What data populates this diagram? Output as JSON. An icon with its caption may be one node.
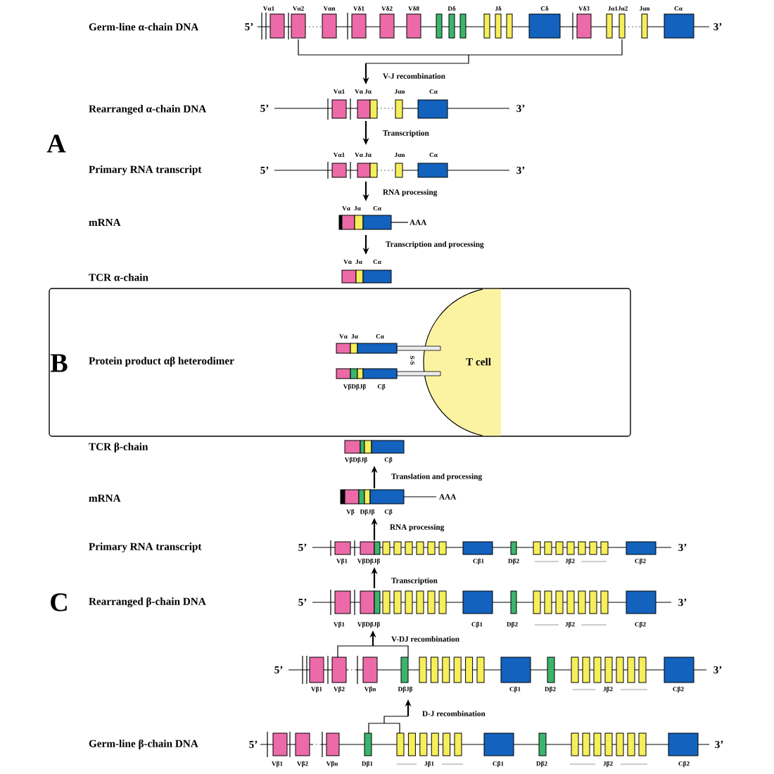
{
  "diagram": {
    "nodes": [
      {
        "text": [],
        "shape": "bar",
        "beside": [
          "Vα1",
          "Vα2",
          "Vαn",
          "Vδ1",
          "Vδ2",
          "Vδ8",
          "Dδ",
          "Jδ",
          "Cδ",
          "Vδ3",
          "Jα1Jα2",
          "Jαn",
          "Cα",
          "5’",
          "3’"
        ]
      },
      {
        "text": [],
        "shape": "bar",
        "beside": [
          "Vα1",
          "Vα Jα",
          "Jαn",
          "Cα",
          "5’",
          "3’"
        ]
      },
      {
        "text": [],
        "shape": "bar",
        "beside": [
          "Vα1",
          "Vα Jα",
          "Jαn",
          "Cα",
          "5’",
          "3’"
        ]
      },
      {
        "text": [],
        "shape": "bar",
        "beside": [
          "Vα",
          "Jα",
          "Cα",
          "AAA"
        ]
      },
      {
        "text": [],
        "shape": "bar",
        "beside": [
          "Vα",
          "Jα",
          "Cα"
        ]
      },
      {
        "text": [
          "Protein product αβ heterodimer"
        ]
      },
      {
        "text": [
          "T cell"
        ],
        "in": 5
      },
      {
        "text": [],
        "shape": "bar",
        "beside": [
          "VβDβJβ",
          "Cβ"
        ]
      },
      {
        "text": [],
        "shape": "bar",
        "beside": [
          "Vβ",
          "DβJβ",
          "Cβ",
          "AAA"
        ]
      },
      {
        "text": [],
        "shape": "bar",
        "beside": [
          "Vβ1",
          "VβDβJβ",
          "Cβ1",
          "Dβ2",
          "Jβ2",
          "Cβ2",
          "5’",
          "3’"
        ]
      },
      {
        "text": [],
        "shape": "bar",
        "beside": [
          "Vβ1",
          "VβDβJβ",
          "Cβ1",
          "Dβ2",
          "Jβ2",
          "Cβ2",
          "5’",
          "3’"
        ]
      },
      {
        "text": [],
        "shape": "bar",
        "beside": [
          "Vβ1",
          "Vβ2",
          "Vβn",
          "DβJβ",
          "Cβ1",
          "Dβ2",
          "Jβ2",
          "Cβ2",
          "5’",
          "3’"
        ]
      },
      {
        "text": [],
        "shape": "bar",
        "beside": [
          "Vβ1",
          "Vβ2",
          "Vβn",
          "Dβ1",
          "Jβ1",
          "Cβ1",
          "Dβ2",
          "Jβ2",
          "Cβ2",
          "5’",
          "3’"
        ]
      }
    ],
    "edges": [
      {
        "from": 0,
        "to": 1,
        "arrow": "to",
        "label": "V-J recombination"
      },
      {
        "from": 1,
        "to": 2,
        "arrow": "to",
        "label": "Transcription"
      },
      {
        "from": 2,
        "to": 3,
        "arrow": "to",
        "label": "RNA processing"
      },
      {
        "from": 3,
        "to": 4,
        "arrow": "to",
        "label": "Transcription and processing"
      },
      {
        "from": 8,
        "to": 7,
        "arrow": "to",
        "label": "Translation and processing"
      },
      {
        "from": 9,
        "to": 8,
        "arrow": "to",
        "label": "RNA processing"
      },
      {
        "from": 10,
        "to": 9,
        "arrow": "to",
        "label": "Transcription"
      },
      {
        "from": 11,
        "to": 10,
        "arrow": "to",
        "label": "V-DJ recombination"
      },
      {
        "from": 12,
        "to": 11,
        "arrow": "to",
        "label": "D-J recombination"
      }
    ],
    "labels": [
      "Germ-line α-chain DNA",
      "Rearranged α-chain DNA",
      "A",
      "Primary RNA transcript",
      "mRNA",
      "TCR α-chain",
      "B",
      "Vα",
      "Jα",
      "Cα",
      "S-S",
      "VβDβJβ",
      "Cβ",
      "TCR β-chain",
      "mRNA",
      "Primary RNA transcript",
      "C",
      "Rearranged β-chain DNA",
      "Germ-line β-chain DNA"
    ]
  }
}
